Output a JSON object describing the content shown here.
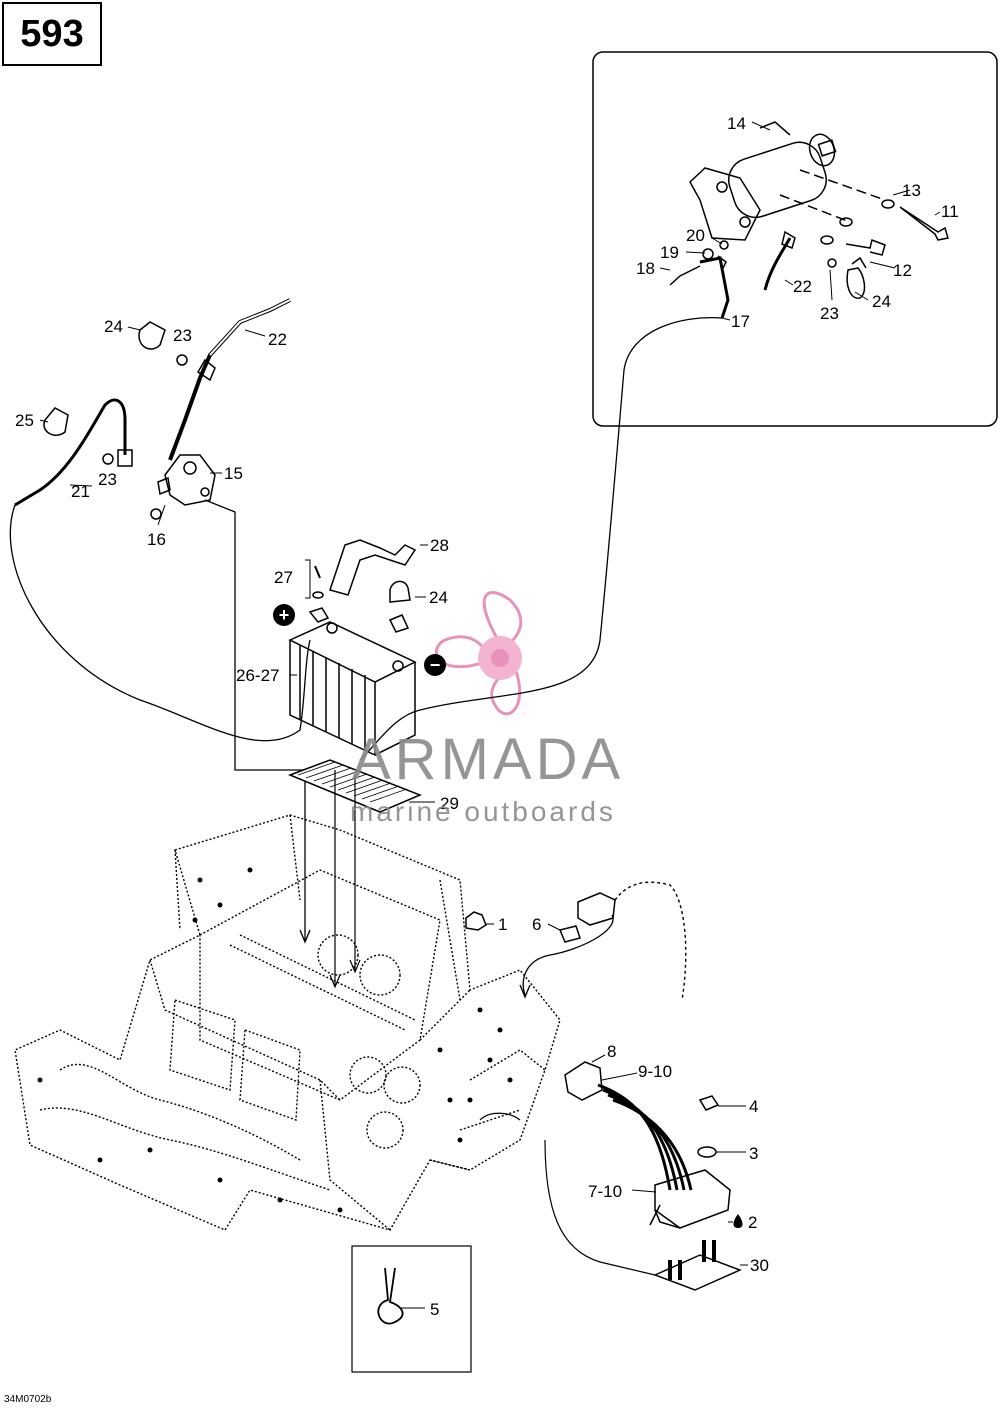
{
  "page_number": "593",
  "doc_code": "34M0702b",
  "watermark": {
    "title": "ARMADA",
    "subtitle": "marine outboards",
    "color": "#e47fb0"
  },
  "symbols": {
    "positive": "+",
    "negative": "−",
    "liquid": "drop-icon"
  },
  "callouts": {
    "c1": "1",
    "c2": "2",
    "c3": "3",
    "c4": "4",
    "c5": "5",
    "c6": "6",
    "c7_10": "7-10",
    "c8": "8",
    "c9_10": "9-10",
    "c11": "11",
    "c12": "12",
    "c13": "13",
    "c14": "14",
    "c15": "15",
    "c16": "16",
    "c17": "17",
    "c18": "18",
    "c19": "19",
    "c20": "20",
    "c21": "21",
    "c22a": "22",
    "c22b": "22",
    "c23a": "23",
    "c23b": "23",
    "c23c": "23",
    "c24a": "24",
    "c24b": "24",
    "c24c": "24",
    "c25": "25",
    "c26_27": "26-27",
    "c27": "27",
    "c28": "28",
    "c29": "29",
    "c30": "30"
  }
}
